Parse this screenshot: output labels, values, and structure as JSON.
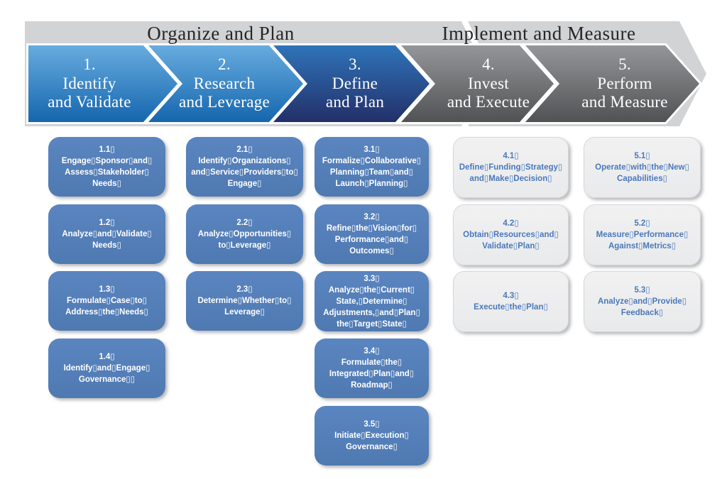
{
  "banner": {
    "group_titles": [
      {
        "label": "Organize and Plan"
      },
      {
        "label": "Implement and Measure"
      }
    ],
    "phases": [
      {
        "label": "1.\nIdentify\nand Validate"
      },
      {
        "label": "2.\nResearch\nand Leverage"
      },
      {
        "label": "3.\nDefine\nand Plan"
      },
      {
        "label": "4.\nInvest\nand Execute"
      },
      {
        "label": "5.\nPerform\nand Measure"
      }
    ]
  },
  "columns": [
    {
      "phase": "1",
      "boxes": [
        "1.1▯\nEngage▯Sponsor▯and▯\nAssess▯Stakeholder▯\nNeeds▯",
        "1.2▯\nAnalyze▯and▯Validate▯\nNeeds▯",
        "1.3▯\nFormulate▯Case▯to▯\nAddress▯the▯Needs▯",
        "1.4▯\nIdentify▯and▯Engage▯\nGovernance▯▯"
      ]
    },
    {
      "phase": "2",
      "boxes": [
        "2.1▯\nIdentify▯Organizations▯\nand▯Service▯Providers▯to▯\nEngage▯",
        "2.2▯\nAnalyze▯Opportunities▯\nto▯Leverage▯",
        "2.3▯\nDetermine▯Whether▯to▯\nLeverage▯"
      ]
    },
    {
      "phase": "3",
      "boxes": [
        "3.1▯\nFormalize▯Collaborative▯\nPlanning▯Team▯and▯\nLaunch▯Planning▯",
        "3.2▯\nRefine▯the▯Vision▯for▯\nPerformance▯and▯\nOutcomes▯",
        "3.3▯\nAnalyze▯the▯Current▯\nState,▯Determine▯\nAdjustments,▯and▯Plan▯\nthe▯Target▯State▯",
        "3.4▯\nFormulate▯the▯\nIntegrated▯Plan▯and▯\nRoadmap▯",
        "3.5▯\nInitiate▯Execution▯\nGovernance▯"
      ]
    },
    {
      "phase": "4",
      "boxes": [
        "4.1▯\nDefine▯Funding▯Strategy▯\nand▯Make▯Decision▯",
        "4.2▯\nObtain▯Resources▯and▯\nValidate▯Plan▯",
        "4.3▯\nExecute▯the▯Plan▯"
      ]
    },
    {
      "phase": "5",
      "boxes": [
        "5.1▯\nOperate▯with▯the▯New▯\nCapabilities▯",
        "5.2▯\nMeasure▯Performance▯\nAgainst▯Metrics▯",
        "5.3▯\nAnalyze▯and▯Provide▯\nFeedback▯"
      ]
    }
  ],
  "colors": {
    "band_gray": "#d2d3d5",
    "chevron_blue_top": "#68acdf",
    "chevron_blue_bottom": "#1566ae",
    "chevron_navy_top": "#2f74b9",
    "chevron_navy_bottom": "#232f69",
    "chevron_gray_top": "#949699",
    "chevron_gray_bottom": "#505254",
    "box_blue_top": "#5a85c0",
    "box_blue_bottom": "#4f79b1",
    "box_light_top": "#f1f1f2",
    "box_light_bottom": "#e9eaeb",
    "box_light_text": "#4a78bb",
    "title_text": "#262626"
  }
}
